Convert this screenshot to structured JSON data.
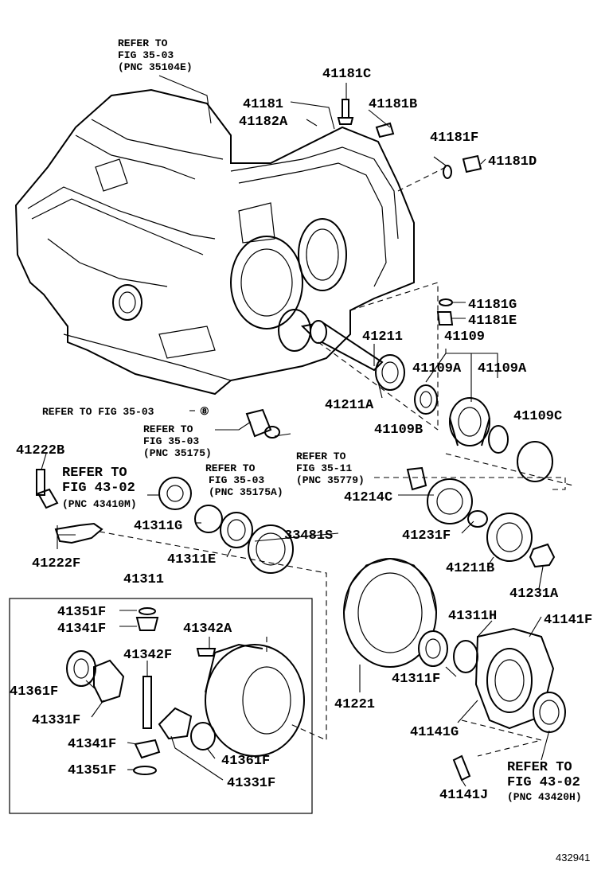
{
  "refs": {
    "r1": [
      "REFER TO",
      "FIG 35-03",
      "(PNC 35104E)"
    ],
    "r2": "REFER TO FIG 35-03",
    "r2_symbol": "⑧",
    "r3": [
      "REFER TO",
      "FIG 35-03",
      "(PNC 35175)"
    ],
    "r4": [
      "REFER TO",
      "FIG 35-03",
      "(PNC 35175A)"
    ],
    "r5": [
      "REFER TO",
      "FIG 35-11",
      "(PNC 35779)"
    ],
    "r6": [
      "REFER TO",
      "FIG 43-02",
      "(PNC 43410M)"
    ],
    "r7": [
      "REFER TO",
      "FIG 43-02",
      "(PNC 43420H)"
    ]
  },
  "parts": {
    "p41181C": "41181C",
    "p41181B": "41181B",
    "p41181": "41181",
    "p41182A": "41182A",
    "p41181F": "41181F",
    "p41181D": "41181D",
    "p41181G": "41181G",
    "p41181E": "41181E",
    "p41211": "41211",
    "p41109": "41109",
    "p41109A_1": "41109A",
    "p41109A_2": "41109A",
    "p41211A": "41211A",
    "p41109B": "41109B",
    "p41109C": "41109C",
    "p41222B": "41222B",
    "p41214C": "41214C",
    "p41311G": "41311G",
    "p33481S": "33481S",
    "p41231F": "41231F",
    "p41311E": "41311E",
    "p41211B": "41211B",
    "p41222F": "41222F",
    "p41231A": "41231A",
    "p41311": "41311",
    "p41351F_1": "41351F",
    "p41341F_1": "41341F",
    "p41342A": "41342A",
    "p41311H": "41311H",
    "p41141F": "41141F",
    "p41342F": "41342F",
    "p41361F_1": "41361F",
    "p41331F_1": "41331F",
    "p41311F": "41311F",
    "p41221": "41221",
    "p41141G": "41141G",
    "p41341F_2": "41341F",
    "p41361F_2": "41361F",
    "p41351F_2": "41351F",
    "p41331F_2": "41331F",
    "p41141J": "41141J"
  },
  "figure_id": "432941"
}
